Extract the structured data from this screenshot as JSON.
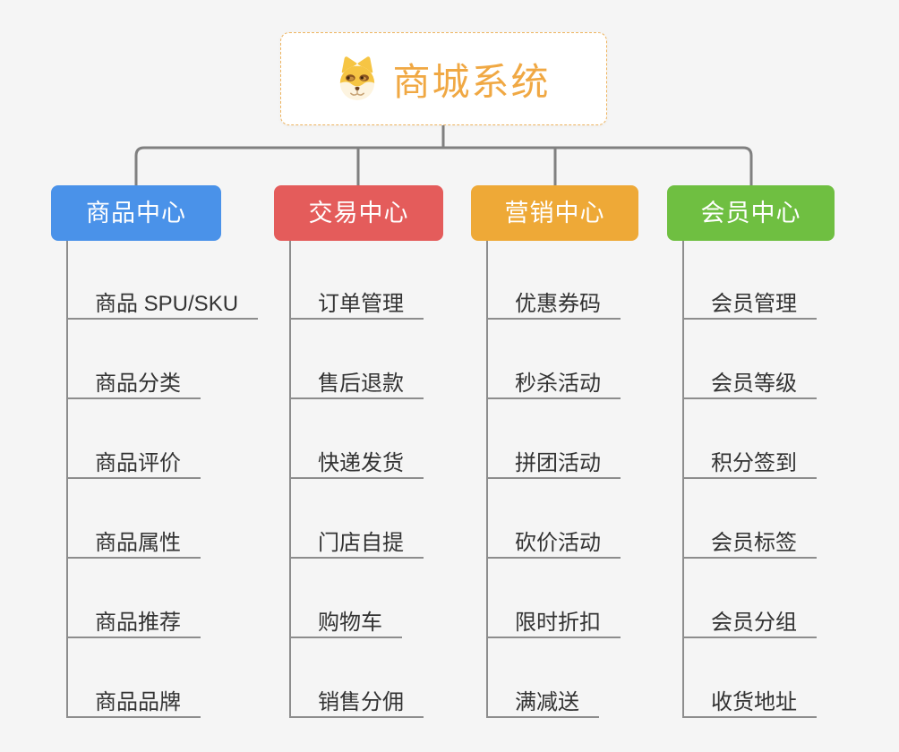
{
  "root": {
    "label": "商城系统",
    "icon": "shiba-dog-face",
    "text_color": "#f0a843",
    "border_color": "#eeb45f",
    "background": "#ffffff"
  },
  "branches": [
    {
      "label": "商品中心",
      "color": "#4a92e9",
      "children": [
        "商品 SPU/SKU",
        "商品分类",
        "商品评价",
        "商品属性",
        "商品推荐",
        "商品品牌"
      ]
    },
    {
      "label": "交易中心",
      "color": "#e45c5b",
      "children": [
        "订单管理",
        "售后退款",
        "快递发货",
        "门店自提",
        "购物车",
        "销售分佣"
      ]
    },
    {
      "label": "营销中心",
      "color": "#eea937",
      "children": [
        "优惠券码",
        "秒杀活动",
        "拼团活动",
        "砍价活动",
        "限时折扣",
        "满减送"
      ]
    },
    {
      "label": "会员中心",
      "color": "#6fbf41",
      "children": [
        "会员管理",
        "会员等级",
        "积分签到",
        "会员标签",
        "会员分组",
        "收货地址"
      ]
    }
  ],
  "colors": {
    "background": "#f5f5f5",
    "connector": "#808080",
    "underline": "#8d8d8d",
    "leaf_text": "#333333",
    "branch_text": "#ffffff"
  }
}
